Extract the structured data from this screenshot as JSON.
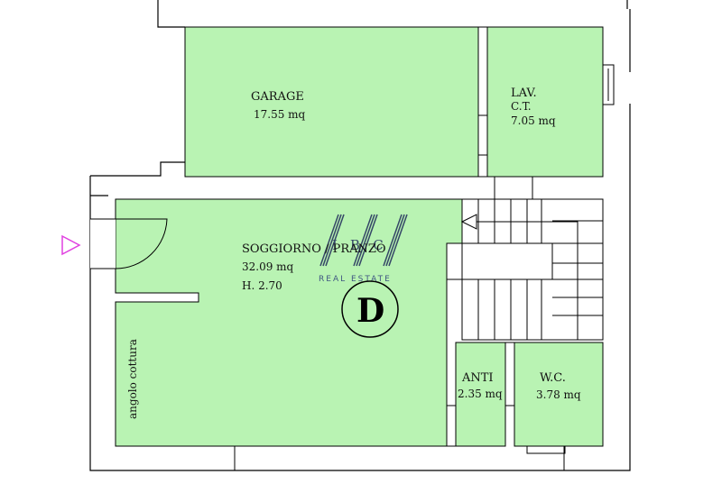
{
  "colors": {
    "room_fill": "#b9f3b3",
    "wall": "#000000",
    "logo": "#1f2a5a",
    "entry_arrow": "#e040e0"
  },
  "rooms": {
    "garage": {
      "name": "GARAGE",
      "area": "17.55 mq"
    },
    "lav": {
      "name": "LAV.",
      "name2": "C.T.",
      "area": "7.05 mq"
    },
    "soggiorno": {
      "name": "SOGGIORNO / PRANZO",
      "area": "32.09 mq",
      "height": "H. 2.70"
    },
    "kitchen": {
      "name": "angolo cottura"
    },
    "anti": {
      "name": "ANTI",
      "area": "2.35 mq"
    },
    "wc": {
      "name": "W.C.",
      "area": "3.78 mq"
    }
  },
  "logo": {
    "letters": "IBC",
    "subtitle": "REAL ESTATE"
  },
  "marker": {
    "letter": "D"
  },
  "icons": {
    "entry": "entry-arrow-icon",
    "stair_arrow": "stair-arrow-icon"
  }
}
